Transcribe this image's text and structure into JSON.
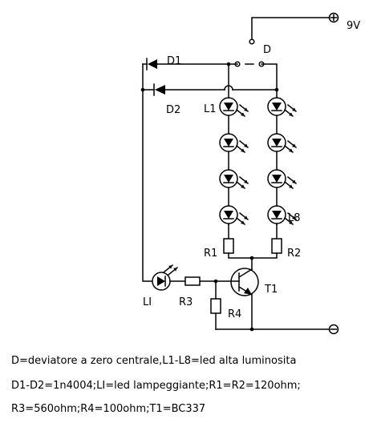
{
  "labels": {
    "supply": "9V",
    "switch": "D",
    "d1": "D1",
    "d2": "D2",
    "l1": "L1",
    "l8": "L8",
    "r1": "R1",
    "r2": "R2",
    "li": "LI",
    "r3": "R3",
    "r4": "R4",
    "t1": "T1"
  },
  "legend": [
    "D=deviatore a zero centrale,L1-L8=led alta luminosita",
    "D1-D2=1n4004;LI=led lampeggiante;R1=R2=120ohm;",
    "R3=560ohm;R4=100ohm;T1=BC337"
  ]
}
